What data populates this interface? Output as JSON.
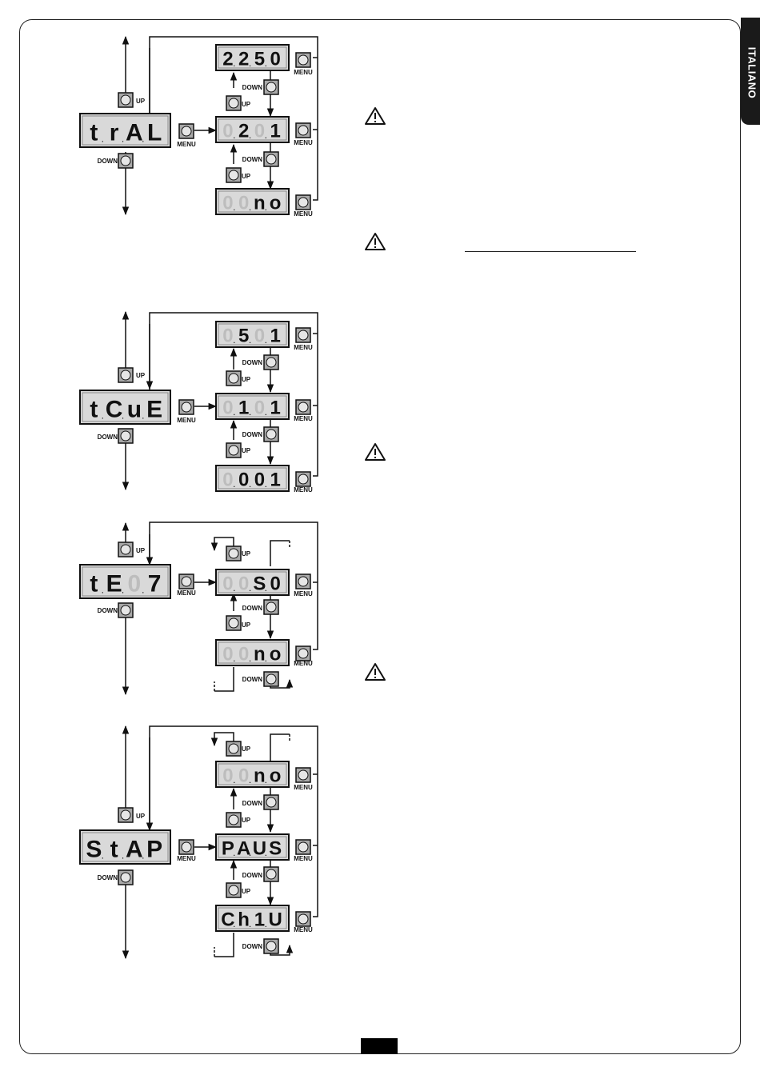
{
  "page": {
    "language_tab": "ITALIANO",
    "page_number": ""
  },
  "colors": {
    "display_bg": "#d9d9d9",
    "button_fill": "#a9a9a9",
    "line": "#111111"
  },
  "icons": [
    "warning-icon",
    "warning-icon",
    "warning-icon",
    "warning-icon"
  ],
  "buttons": {
    "up": "UP",
    "down": "DOWN",
    "menu": "MENU"
  },
  "diagrams": [
    {
      "main": "t.r.A.L",
      "options": [
        "2.2.5.0",
        "0.2.0.1",
        "0.0.n.o"
      ]
    },
    {
      "main": "t.C.u.E",
      "options": [
        "0.5.0.1",
        "0.1.0.1",
        "0.0.0.1"
      ]
    },
    {
      "main": "t.E.0.7",
      "options": [
        "0.0.S.0",
        "0.0.n.o"
      ]
    },
    {
      "main": "S.t.A.P",
      "options": [
        "0.0.n.o",
        "P.A.U.S",
        "C.h.1.U"
      ]
    }
  ]
}
